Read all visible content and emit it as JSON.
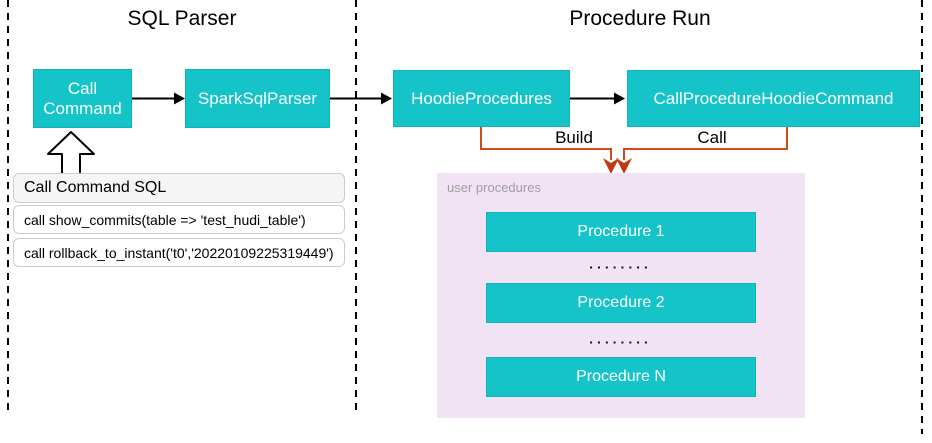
{
  "titles": {
    "sql_parser": "SQL Parser",
    "procedure_run": "Procedure Run"
  },
  "nodes": {
    "call_command": "Call Command",
    "spark_sql_parser": "SparkSqlParser",
    "hoodie_procedures": "HoodieProcedures",
    "call_procedure_hoodie_command": "CallProcedureHoodieCommand"
  },
  "sql_table": {
    "header": "Call Command SQL",
    "rows": [
      "call show_commits(table => 'test_hudi_table')",
      "call rollback_to_instant('t0','20220109225319449')"
    ]
  },
  "edge_labels": {
    "build": "Build",
    "call": "Call"
  },
  "user_procedures": {
    "label": "user procedures",
    "items": [
      "Procedure 1",
      "Procedure 2",
      "Procedure N"
    ],
    "dots": "▪▪▪▪▪▪▪▪"
  },
  "colors": {
    "teal": "#14C4C8",
    "panel_pink": "#F2E3F4",
    "connector_orange": "#D2491E",
    "arrowhead_red": "#C13A0F",
    "line_black": "#000000",
    "label_gray": "#9E9E9E",
    "table_header_bg": "#F5F5F5",
    "table_border": "#CCCCCC"
  }
}
